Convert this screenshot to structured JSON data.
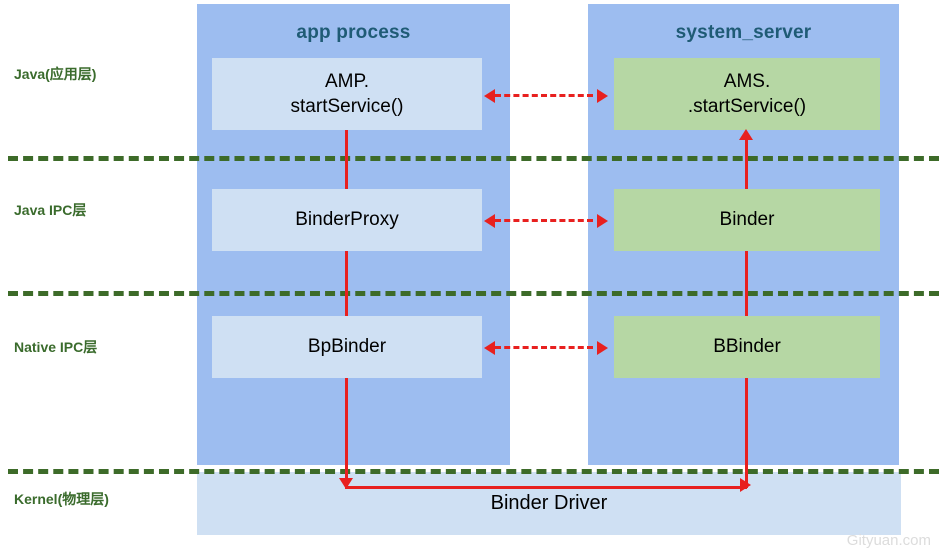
{
  "diagram": {
    "title": "Android Binder startService IPC layer diagram",
    "colors": {
      "process_column": "#9dbdf0",
      "client_box": "#cfe0f3",
      "server_box": "#b6d7a4",
      "layer_line": "#3d6b29",
      "layer_label": "#3a6b2c",
      "process_title": "#1f5b75",
      "arrow": "#e8201f",
      "driver_box": "#cfe0f3"
    },
    "columns": [
      {
        "id": "app-process",
        "title": "app process",
        "boxes": [
          {
            "id": "amp",
            "label": "AMP.\nstartService()",
            "line1": "AMP.",
            "line2": "startService()"
          },
          {
            "id": "binderproxy",
            "label": "BinderProxy"
          },
          {
            "id": "bpbinder",
            "label": "BpBinder"
          }
        ]
      },
      {
        "id": "system-server",
        "title": "system_server",
        "boxes": [
          {
            "id": "ams",
            "label": "AMS.\n.startService()",
            "line1": "AMS.",
            "line2": ".startService()"
          },
          {
            "id": "binder",
            "label": "Binder"
          },
          {
            "id": "bbinder",
            "label": "BBinder"
          }
        ]
      }
    ],
    "layers": [
      {
        "id": "java-app",
        "label": "Java(应用层)"
      },
      {
        "id": "java-ipc",
        "label": "Java IPC层"
      },
      {
        "id": "native-ipc",
        "label": "Native IPC层"
      },
      {
        "id": "kernel",
        "label": "Kernel(物理层)"
      }
    ],
    "driver": {
      "id": "binder-driver",
      "label": "Binder Driver"
    },
    "links": [
      {
        "id": "ipc-link-java",
        "style": "dashed",
        "direction": "bidirectional",
        "from": "AMP.startService()",
        "to": "AMS..startService()"
      },
      {
        "id": "ipc-link-javaipc",
        "style": "dashed",
        "direction": "bidirectional",
        "from": "BinderProxy",
        "to": "Binder"
      },
      {
        "id": "ipc-link-native",
        "style": "dashed",
        "direction": "bidirectional",
        "from": "BpBinder",
        "to": "BBinder"
      },
      {
        "id": "call-flow-down",
        "style": "solid",
        "direction": "down",
        "from": "AMP.startService()",
        "to": "Binder Driver"
      },
      {
        "id": "call-flow-up",
        "style": "solid",
        "direction": "up",
        "from": "Binder Driver",
        "to": "AMS..startService()"
      }
    ],
    "watermark": "Gityuan.com"
  }
}
